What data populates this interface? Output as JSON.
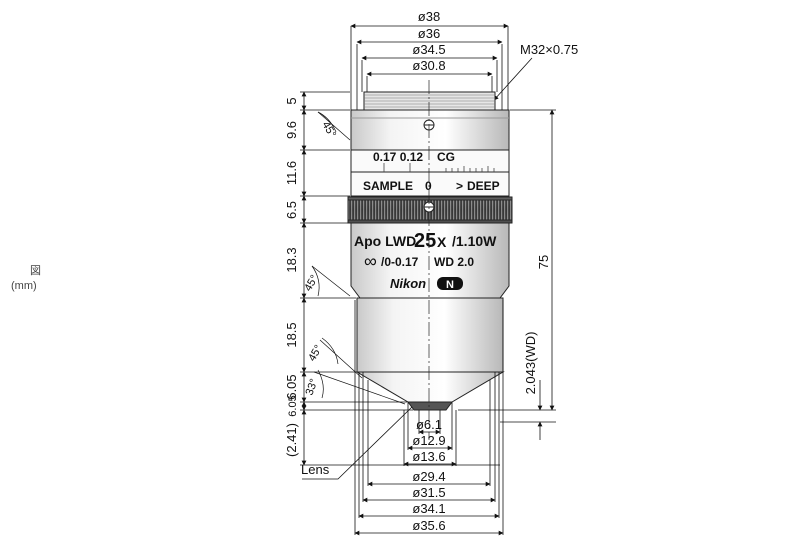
{
  "side_notes": {
    "figure": "図",
    "unit": "(mm)"
  },
  "top_diameters": [
    "ø38",
    "ø36",
    "ø34.5",
    "ø30.8"
  ],
  "bottom_diameters": [
    "ø6.1",
    "ø12.9",
    "ø13.6",
    "ø29.4",
    "ø31.5",
    "ø34.1",
    "ø35.6"
  ],
  "thread": "M32×0.75",
  "heights": [
    "5",
    "9.6",
    "11.6",
    "6.5",
    "18.3",
    "18.5",
    "6.05",
    "6.05",
    "(2.41)"
  ],
  "angles": [
    "45°",
    "45°",
    "45°",
    "33°"
  ],
  "overall_length": "75",
  "working_distance": "2.043(WD)",
  "lens_callout": "Lens",
  "engraving": {
    "cg_values": "0.17 0.12",
    "cg_label": "CG",
    "sample": "SAMPLE",
    "zero": "0",
    "arrow": ">",
    "deep": "DEEP",
    "series": "Apo LWD",
    "magnification": "25",
    "mag_x": "X",
    "na": "/1.10W",
    "infinity": "∞",
    "cover": "/0-0.17",
    "wd": "WD  2.0",
    "brand": "Nikon",
    "brand_badge": "N"
  }
}
